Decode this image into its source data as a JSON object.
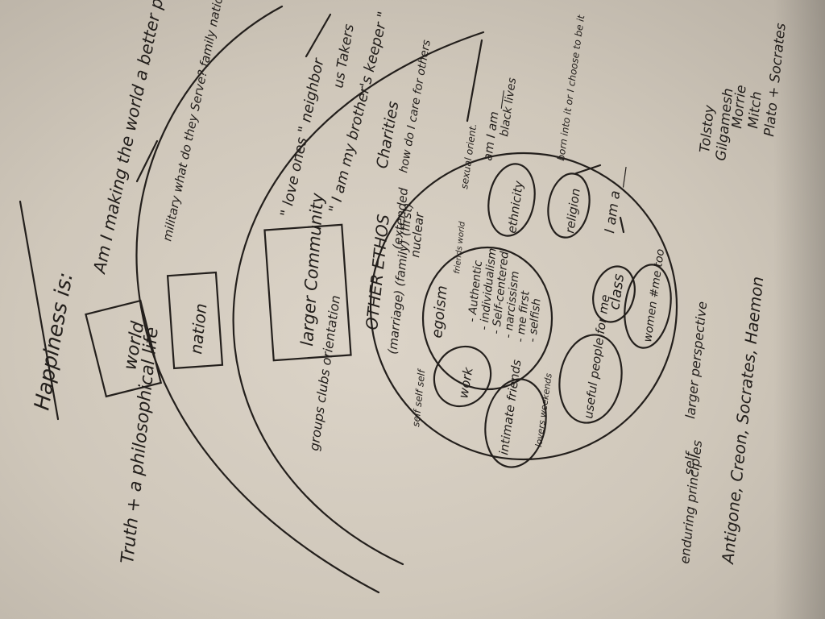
{
  "title": "Happiness is:",
  "rings": {
    "world": "world",
    "nation": "nation",
    "larger_community": "larger Community",
    "ethos": "OTHER ETHOS",
    "family": "(marriage) (family) (first)",
    "extended": "(extended",
    "nuclear": "nuclear",
    "egoism": "egoism",
    "friends_world": "friends world",
    "authentic": "- Authentic",
    "individualism": "- individualism",
    "self_centered": "- Self-centered",
    "narcissism": "- narcissism",
    "me_first": "- me first",
    "selfish": "- selfish",
    "work": "work",
    "intimate_friends": "intimate friends",
    "lovers_weekends": "lovers weekends",
    "useful_people": "useful people for me",
    "class": "class",
    "women_metoo": "women #me too",
    "religion": "religion",
    "ethnicity": "ethnicity",
    "i_am_a": "I am a ___",
    "born_into": "born into it or I choose to be it",
    "black_lives": "black lives",
    "am_i_am": "am I am ___",
    "sexual_orient": "sexual orient.",
    "self_marks": "self self self"
  },
  "margin_notes": {
    "truth": "Truth + a philosophical life",
    "making_world": "Am I making the world a better place duty ?",
    "military": "military what do they Serve? family nation etc",
    "love_ones": "\" love ones \" neighbor",
    "brothers_keeper": "\" I am my brother's keeper \"",
    "us_takers": "us Takers",
    "charities": "Charities",
    "how_care": "how do I care for others",
    "groups_clubs": "groups clubs orientation",
    "enduring": "enduring principles",
    "self": "self",
    "larger_perspective": "larger perspective",
    "antigone": "Antigone, Creon, Socrates, Haemon",
    "tolstoy": "Tolstoy",
    "gilgamesh": "Gilgamesh",
    "morrie": "Morrie",
    "mitch": "Mitch",
    "plato": "Plato + Socrates"
  },
  "colors": {
    "paper": "#d8d0c4",
    "ink": "#231f1c"
  }
}
